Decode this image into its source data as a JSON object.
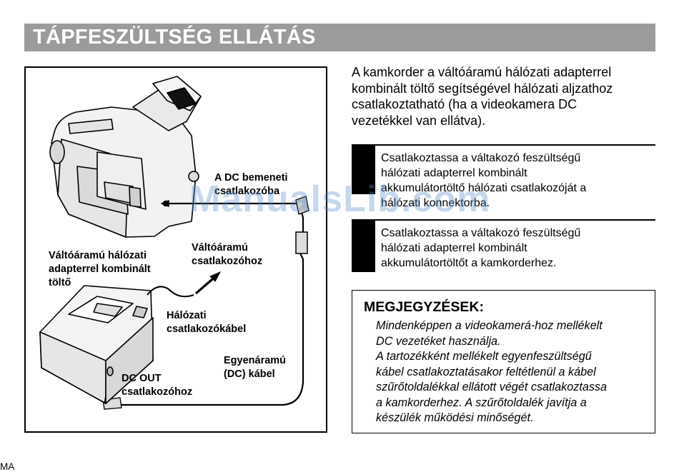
{
  "page": {
    "title": "TÁPFESZÜLTSÉG ELLÁTÁS",
    "footer": "MA",
    "watermark": "ManualsLib.com"
  },
  "figure": {
    "labels": {
      "dc_input": "A DC bemeneti\ncsatlakozóba",
      "ac_outlet": "Váltóáramú\ncsatlakozóhoz",
      "charger": "Váltóáramú hálózati\nadapterrel kombinált\ntöltő",
      "mains_cable": "Hálózati\ncsatlakozókábel",
      "dc_cable": "Egyenáramú\n(DC) kábel",
      "dc_out": "DC OUT\ncsatlakozóhoz"
    }
  },
  "intro": "A kamkorder a váltóáramú hálózati adapterrel\nkombinált töltő segítségével hálózati aljzathoz\ncsatlakoztatható (ha a videokamera DC\nvezetékkel van ellátva).",
  "steps": [
    {
      "text": "Csatlakoztassa a váltakozó feszültségű\nhálózati adapterrel kombinált\nakkumulátortöltő hálózati csatlakozóját a\nhálózati konnektorba."
    },
    {
      "text": "Csatlakoztassa a váltakozó feszültségű\nhálózati adapterrel kombinált\nakkumulátortöltőt a kamkorderhez."
    }
  ],
  "notes": {
    "heading": "MEGJEGYZÉSEK:",
    "text": "Mindenképpen a videokamerá-hoz mellékelt\nDC vezetéket használja.\nA tartozékként mellékelt egyenfeszültségű\nkábel csatlakoztatásakor feltétlenül a kábel\nszűrőtoldalékkal ellátott végét csatlakoztassa\na kamkorderhez. A szűrőtoldalék javítja a\nkészülék működési minőségét."
  }
}
